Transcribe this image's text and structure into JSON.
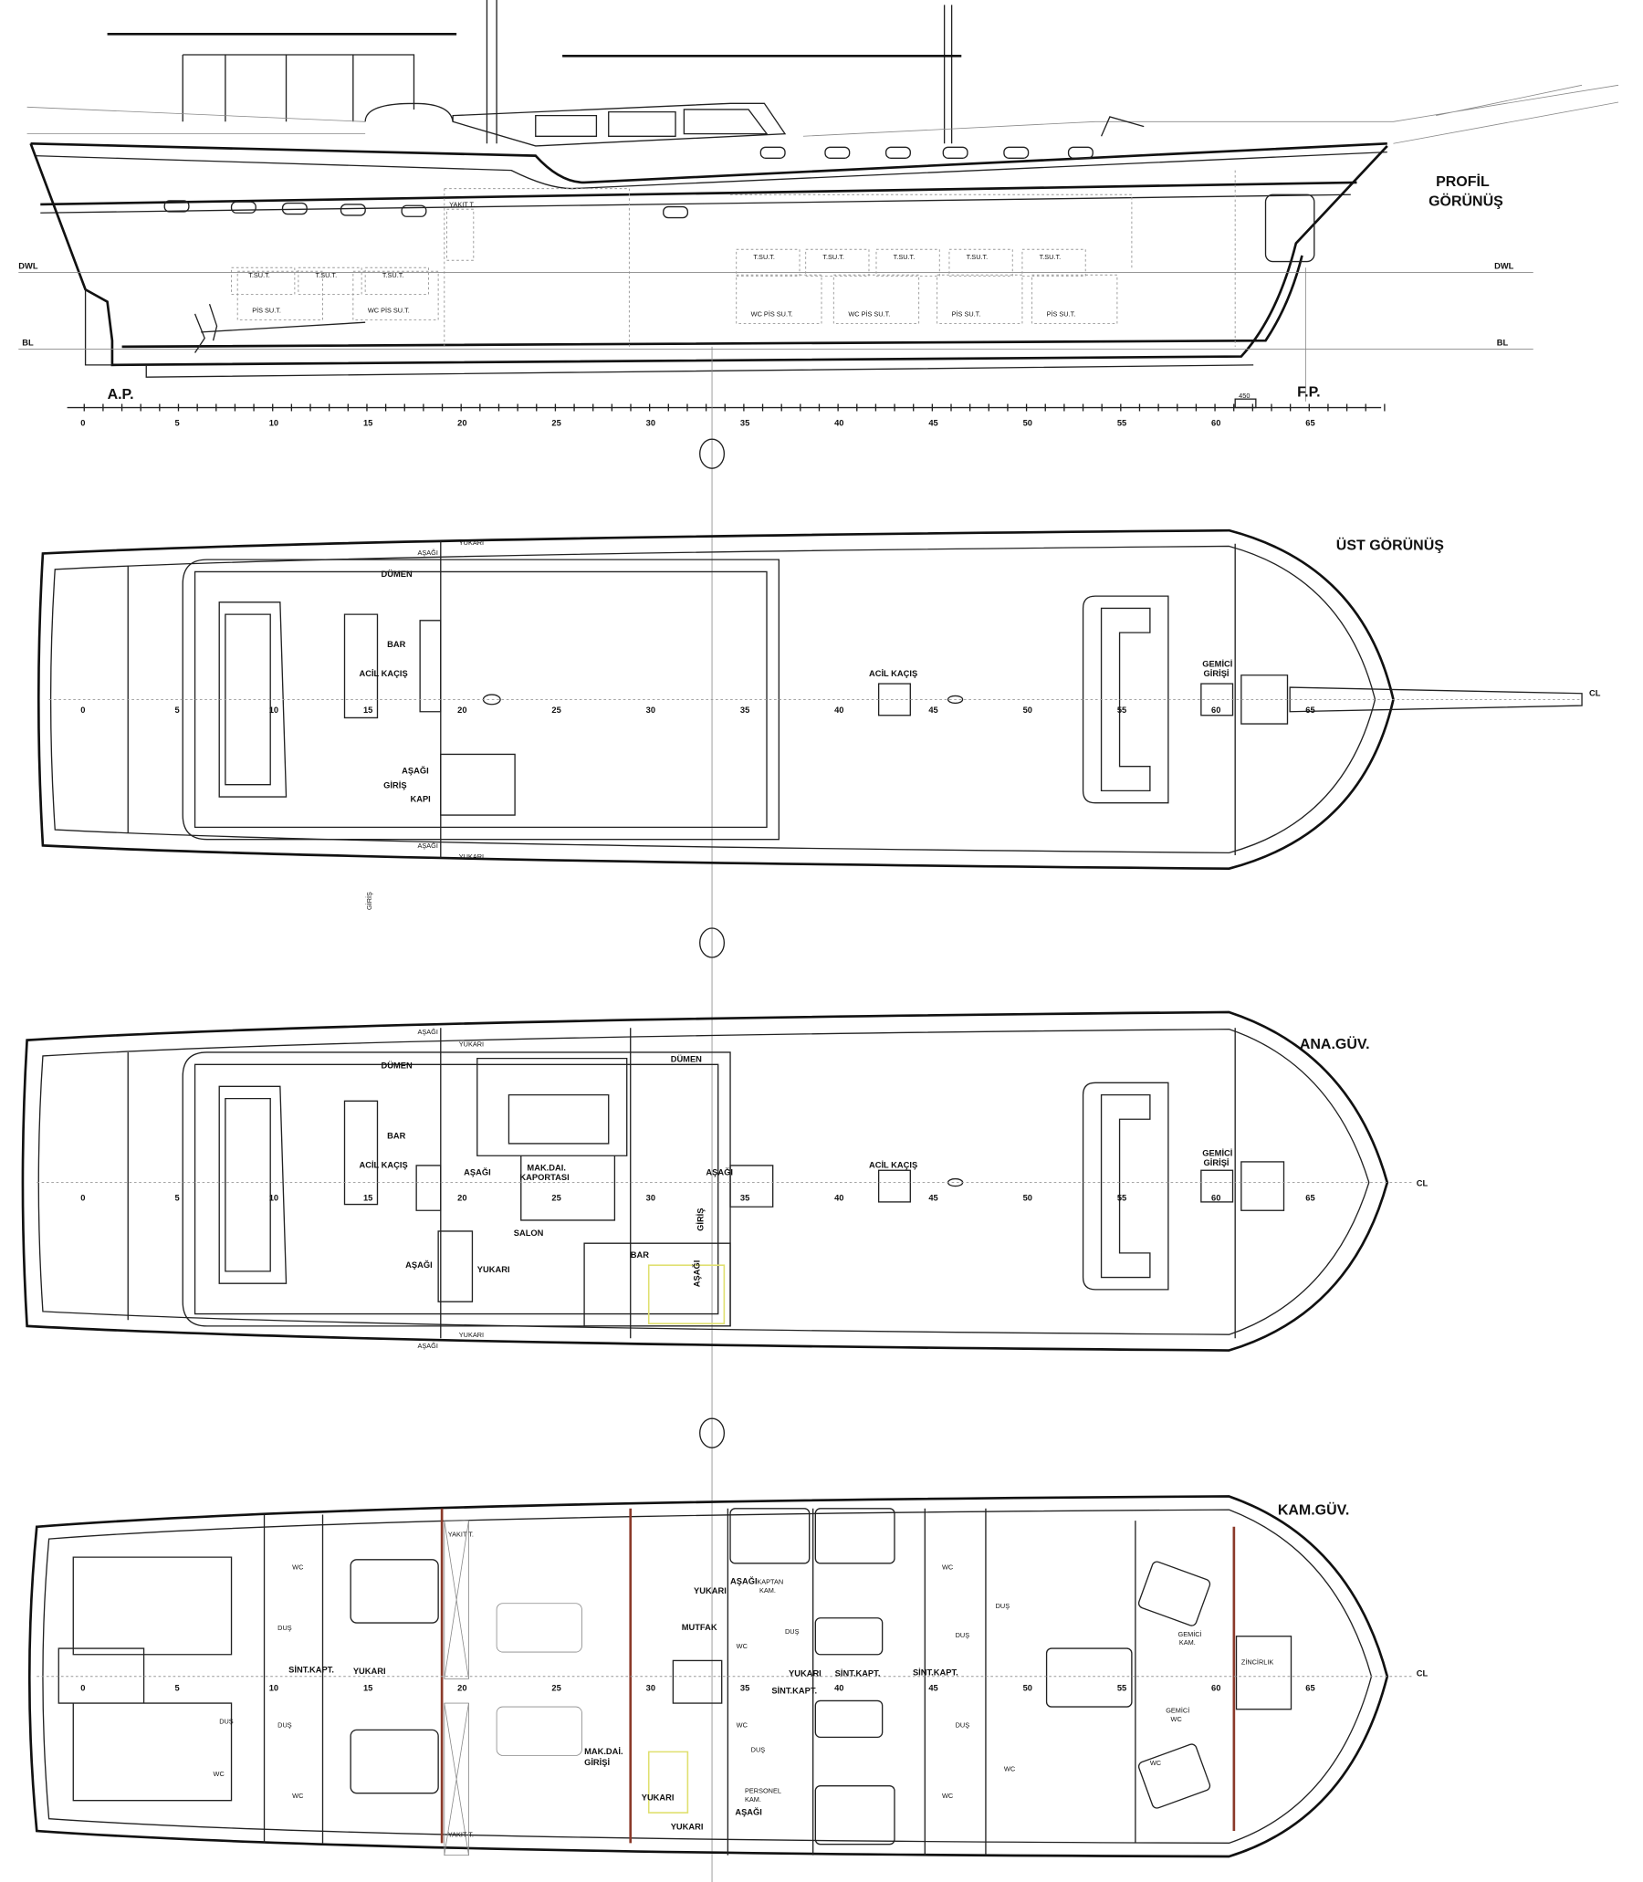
{
  "frames": [
    "0",
    "5",
    "10",
    "15",
    "20",
    "25",
    "30",
    "35",
    "40",
    "45",
    "50",
    "55",
    "60",
    "65"
  ],
  "profile": {
    "title1": "PROFİL",
    "title2": "GÖRÜNÜŞ",
    "dwl": "DWL",
    "bl": "BL",
    "ap": "A.P.",
    "fp": "F.P.",
    "dim": "450",
    "yakit": "YAKIT T.",
    "tanks_top": [
      "T.SU.T.",
      "T.SU.T.",
      "T.SU.T.",
      "T.SU.T.",
      "T.SU.T.",
      "T.SU.T.",
      "T.SU.T.",
      "T.SU.T."
    ],
    "tanks_bottom": [
      "PİS SU.T.",
      "WC PİS SU.T.",
      "WC PİS SU.T.",
      "WC PİS SU.T.",
      "PİS SU.T.",
      "PİS SU.T."
    ]
  },
  "upper": {
    "title": "ÜST GÖRÜNÜŞ",
    "cl": "CL",
    "dumen": "DÜMEN",
    "bar": "BAR",
    "acil1": "ACİL KAÇIŞ",
    "acil2": "ACİL KAÇIŞ",
    "gemici1": "GEMİCİ",
    "gemici2": "GİRİŞİ",
    "asagi": "AŞAĞI",
    "giris": "GİRİŞ",
    "kapi": "KAPI",
    "yukari_top": "YUKARI",
    "asagi_top": "AŞAĞI",
    "yukari_bot": "YUKARI",
    "asagi_bot": "AŞAĞI",
    "giris_side": "GİRİŞ"
  },
  "main": {
    "title": "ANA.GÜV.",
    "cl": "CL",
    "dumen1": "DÜMEN",
    "dumen2": "DÜMEN",
    "bar1": "BAR",
    "bar2": "BAR",
    "acil1": "ACİL KAÇIŞ",
    "acil2": "ACİL KAÇIŞ",
    "asagi1": "AŞAĞI",
    "asagi2": "AŞAĞI",
    "asagi3": "AŞAĞI",
    "asagi4": "AŞAĞI",
    "mak1": "MAK.DAI.",
    "mak2": "KAPORTASI",
    "salon": "SALON",
    "yukari": "YUKARI",
    "giris": "GİRİŞ",
    "gemici1": "GEMİCİ",
    "gemici2": "GİRİŞİ",
    "asagi_top": "AŞAĞI",
    "yukari_top": "YUKARI",
    "asagi_bot": "AŞAĞI",
    "yukari_bot": "YUKARI"
  },
  "cabin": {
    "title": "KAM.GÜV.",
    "cl": "CL",
    "wc": "WC",
    "dus": "DUŞ",
    "sint": "SİNT.KAPT.",
    "yukari": "YUKARI",
    "asagi": "AŞAĞI",
    "yakit": "YAKIT T.",
    "mak1": "MAK.DAİ.",
    "mak2": "GİRİŞİ",
    "mutfak": "MUTFAK",
    "kaptan1": "KAPTAN",
    "kaptan2": "KAM.",
    "personel1": "PERSONEL",
    "personel2": "KAM.",
    "gemici1": "GEMİCİ",
    "gemici2": "KAM.",
    "gemiciwc1": "GEMİCİ",
    "gemiciwc2": "WC",
    "zincirlik": "ZİNCİRLIK"
  }
}
